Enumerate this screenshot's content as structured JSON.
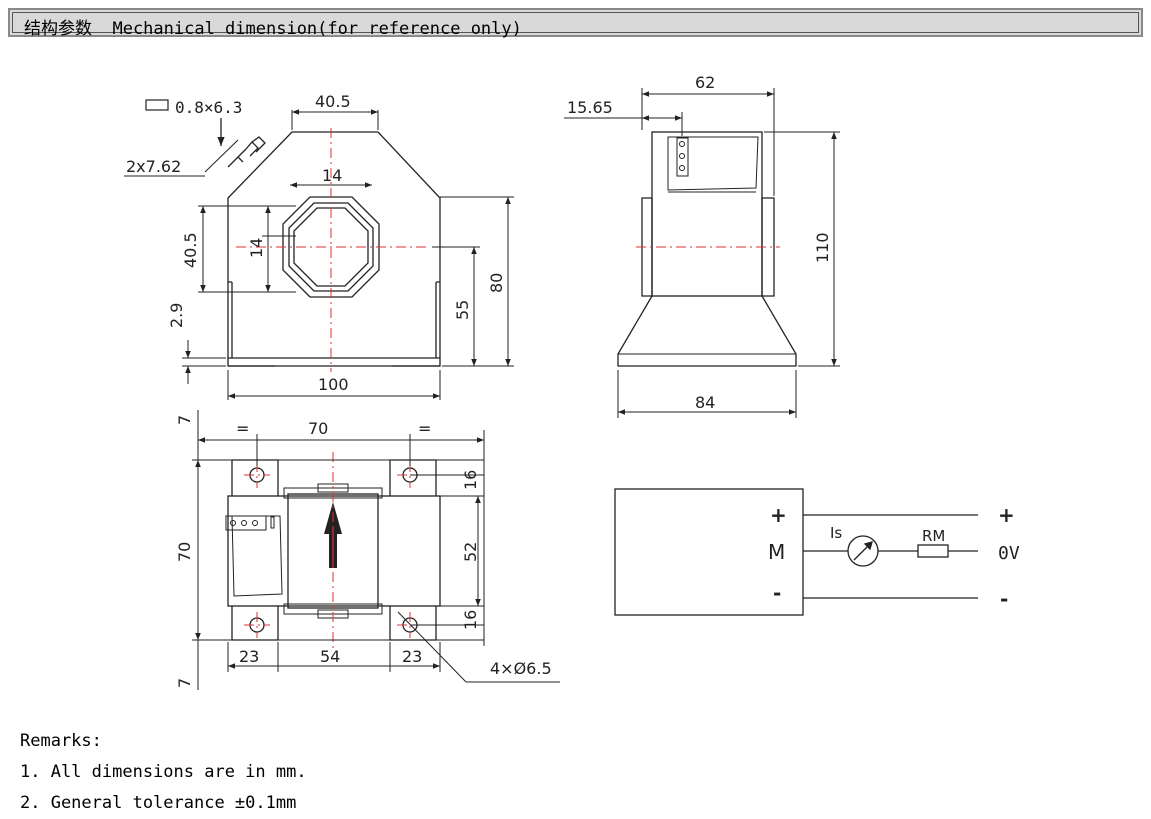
{
  "header": {
    "title": "结构参数  Mechanical dimension(for reference only)"
  },
  "front_view": {
    "pin_size": "0.8×6.3",
    "pin_pitch": "2x7.62",
    "top_width": "40.5",
    "hole_width": "14",
    "hole_height": "14",
    "center_height": "40.5",
    "foot_thickness": "2.9",
    "base_width": "100",
    "center_from_base": "55",
    "total_height": "80"
  },
  "side_view": {
    "top_width": "62",
    "pin_offset": "15.65",
    "height": "110",
    "base_width": "84"
  },
  "bottom_view": {
    "top_margin": "7",
    "equal_left": "=",
    "span": "70",
    "equal_right": "=",
    "hole_offset_top": "16",
    "body_height": "70",
    "body_mid": "52",
    "hole_offset_bottom": "16",
    "left_width": "23",
    "mid_width": "54",
    "right_width": "23",
    "holes": "4×Ø6.5",
    "bottom_margin": "7"
  },
  "circuit": {
    "plus_left": "+",
    "m_left": "M",
    "minus_left": "-",
    "is_label": "Is",
    "rm_label": "RM",
    "plus_right": "+",
    "zero_v": "0V",
    "minus_right": "-"
  },
  "remarks": {
    "heading": "Remarks:",
    "item1": "1. All dimensions are in mm.",
    "item2": "2. General tolerance ±0.1mm"
  }
}
